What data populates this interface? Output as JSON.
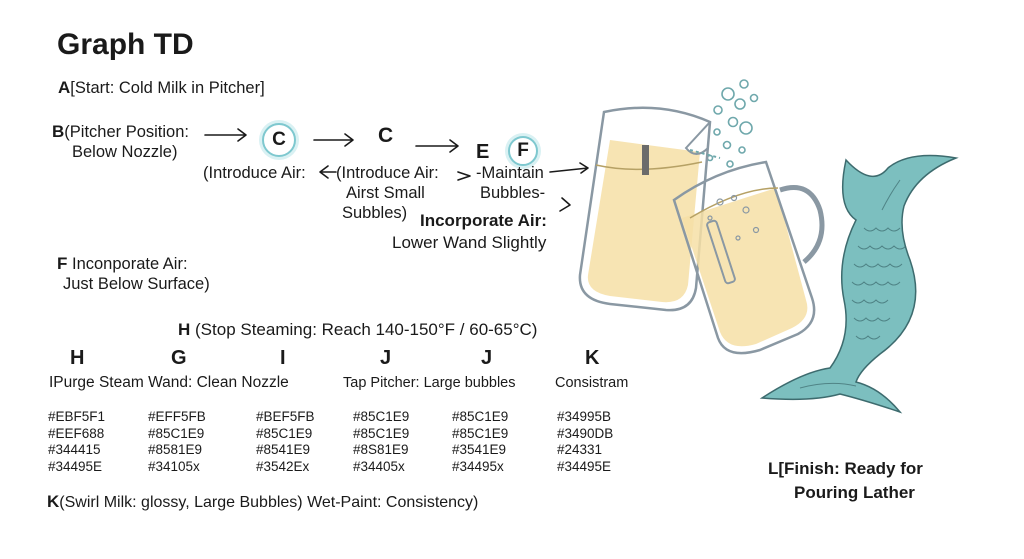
{
  "title": "Graph TD",
  "nodes": {
    "a": {
      "letter": "A",
      "text": "[Start: Cold Milk in Pitcher]"
    },
    "b": {
      "letter": "B",
      "line1": "(Pitcher Position:",
      "line2": "Below Nozzle)"
    },
    "c1": {
      "letter": "C",
      "label": "(Introduce Air:"
    },
    "c2": {
      "letter": "C",
      "line1": "(Introduce Air:",
      "line2": "Airst Small",
      "line3": "Subbles)"
    },
    "e": {
      "letter": "E"
    },
    "f_small": {
      "letter": "F",
      "line1": "-Maintain",
      "line2": "Bubbles-"
    },
    "incorp": {
      "line1": "Incorporate Air:",
      "line2": "Lower Wand Slightly"
    },
    "f": {
      "letter": "F",
      "line1": "Inconporate Air:",
      "line2": "Just Below Surface)"
    },
    "h": {
      "letter": "H",
      "text": "(Stop Steaming: Reach 140-150°F / 60-65°C)"
    },
    "k": {
      "letter": "K",
      "text": "(Swirl Milk: glossy, Large Bubbles) Wet-Paint: Consistency)"
    },
    "l": {
      "line1": "L[Finish: Ready for",
      "line2": "Pouring Lather"
    }
  },
  "palette_columns": [
    {
      "letter": "H",
      "name": "IPurge Steam Wand: Clean Nozzle",
      "hex": [
        "#EBF5F1",
        "#EEF688",
        "#344415",
        "#34495E"
      ]
    },
    {
      "letter": "G",
      "name": "",
      "hex": [
        "#EFF5FB",
        "#85C1E9",
        "#8581E9",
        "#34105x"
      ]
    },
    {
      "letter": "I",
      "name": "",
      "hex": [
        "#BEF5FB",
        "#85C1E9",
        "#8541E9",
        "#3542Ex"
      ]
    },
    {
      "letter": "J",
      "name": "Tap Pitcher: Large bubbles",
      "hex": [
        "#85C1E9",
        "#85C1E9",
        "#8S81E9",
        "#34405x"
      ]
    },
    {
      "letter": "J",
      "name": "",
      "hex": [
        "#85C1E9",
        "#85C1E9",
        "#3541E9",
        "#34495x"
      ]
    },
    {
      "letter": "K",
      "name": "Consistram",
      "hex": [
        "#34995B",
        "#3490DB",
        "#24331",
        "#34495E"
      ]
    }
  ],
  "colors": {
    "milk": "#f6dfa6",
    "glass": "#8a98a3",
    "tail": "#7cbfbf",
    "tail_line": "#3d6b6e",
    "bubble": "#6fa8ac",
    "circle_ring": "#7ec8cf"
  }
}
